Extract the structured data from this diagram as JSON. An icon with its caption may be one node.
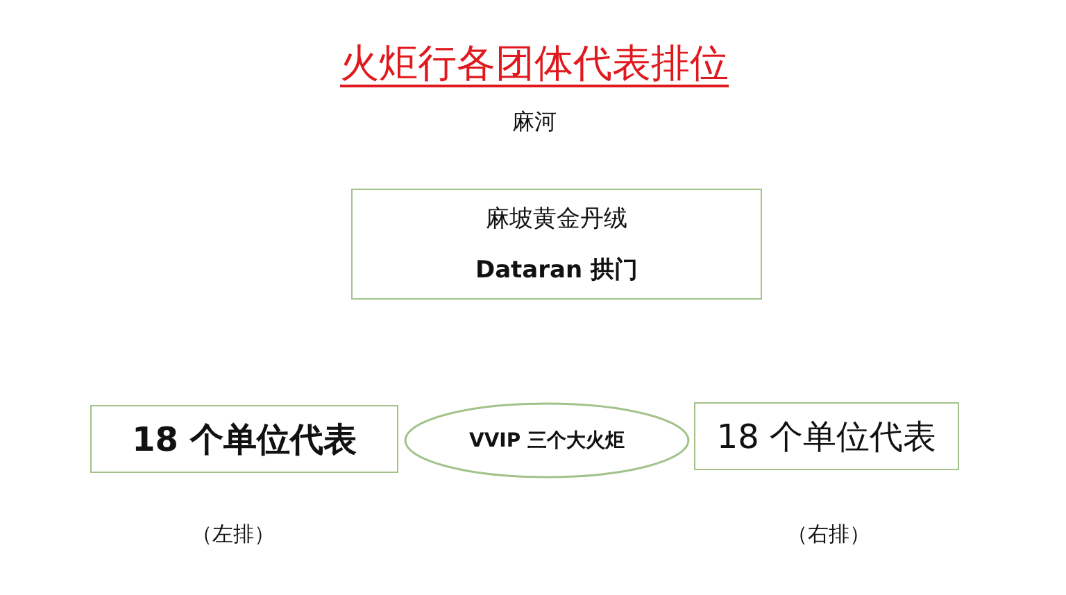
{
  "diagram": {
    "title": "火炬行各团体代表排位",
    "nodes": [
      {
        "text": [
          "麻坡黄金丹绒",
          "Dataran 拱门"
        ]
      },
      {
        "text": [
          "18 个单位代表"
        ],
        "beside": [
          "（左排）"
        ]
      },
      {
        "text": [
          "VVIP 三个大火炬"
        ]
      },
      {
        "text": [
          "18 个单位代表"
        ],
        "beside": [
          "（右排）"
        ]
      }
    ],
    "edges": [],
    "labels": [
      "麻河"
    ]
  }
}
